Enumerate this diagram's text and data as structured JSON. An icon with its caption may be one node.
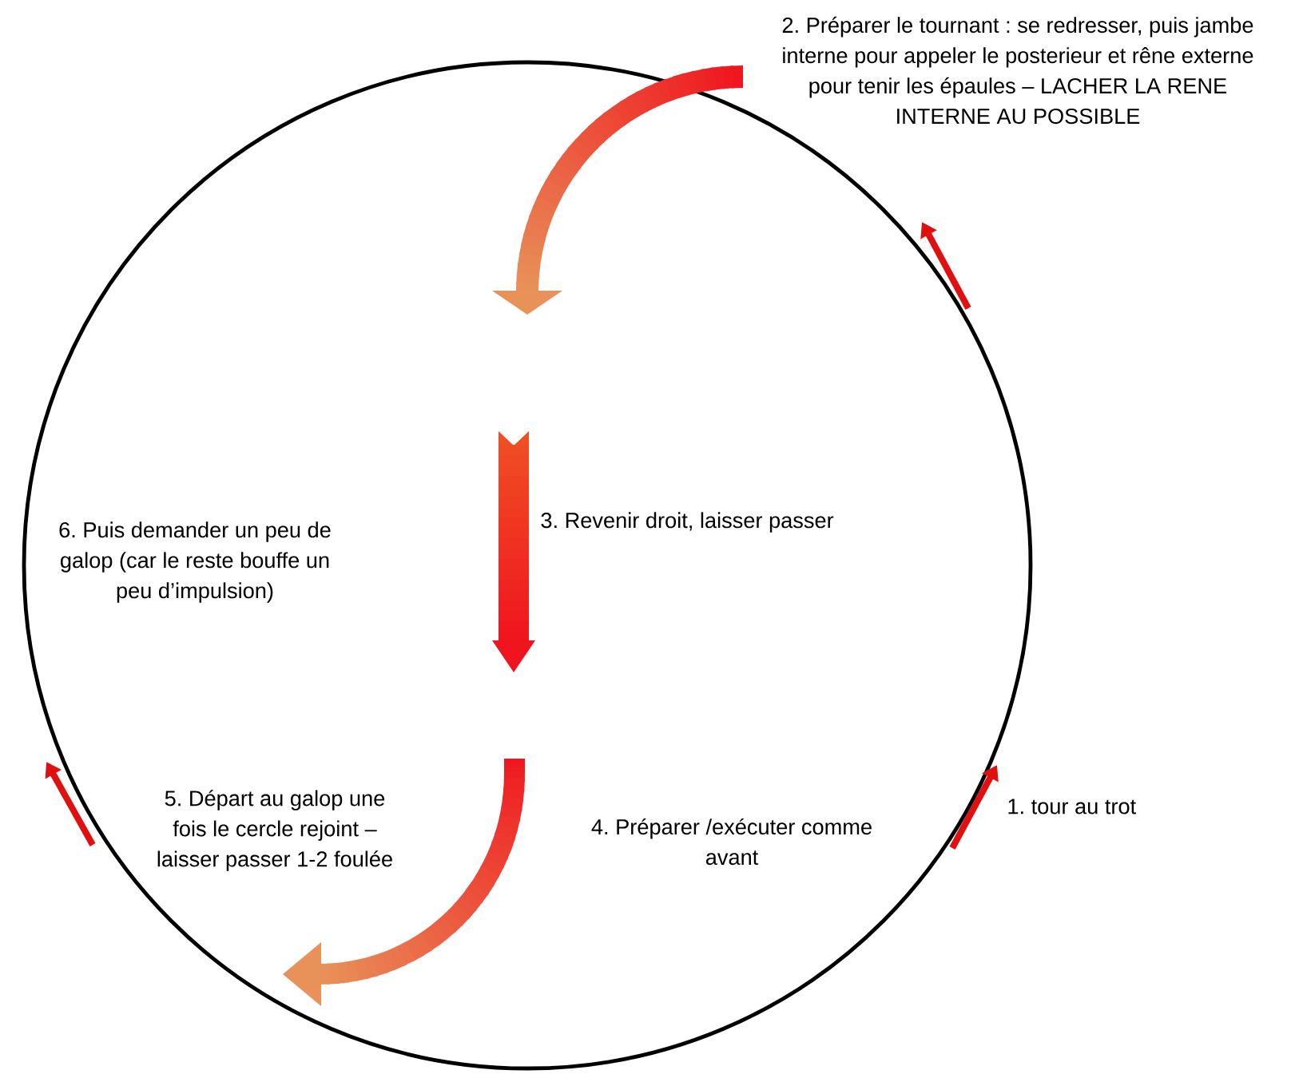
{
  "diagram": {
    "labels": [
      "2. Préparer le tournant : se redresser, puis jambe interne pour appeler le posterieur et rêne externe pour tenir les épaules – LACHER LA RENE INTERNE AU POSSIBLE",
      "6. Puis demander un peu de galop (car le reste bouffe un peu d’impulsion)",
      "3. Revenir droit, laisser passer",
      "5. Départ au galop une fois le cercle rejoint – laisser passer 1-2 foulée",
      "4. Préparer /exécuter comme avant",
      "1. tour au trot"
    ]
  }
}
